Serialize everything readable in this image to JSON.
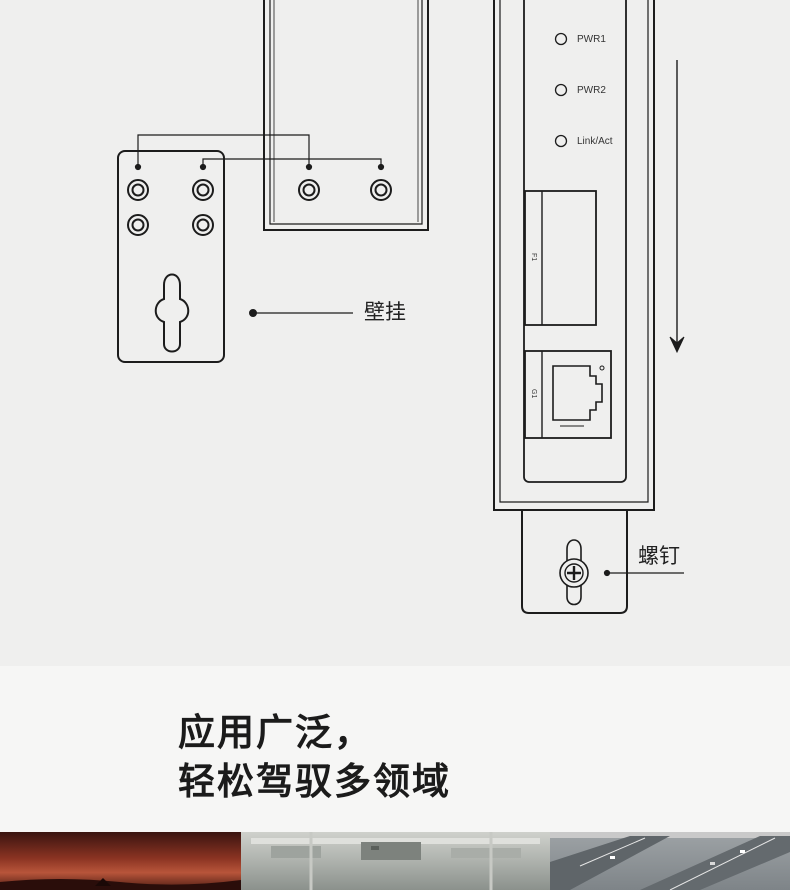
{
  "leds": [
    {
      "label": "PWR1"
    },
    {
      "label": "PWR2"
    },
    {
      "label": "Link/Act"
    }
  ],
  "ports": {
    "fiber_label": "F1",
    "ethernet_label": "G1"
  },
  "callouts": {
    "wall_mount": "壁挂",
    "screw": "螺钉"
  },
  "headline": {
    "line1": "应用广泛，",
    "line2": "轻松驾驭多领域"
  },
  "colors": {
    "line": "#1c1c1c",
    "diagram_bg": "#efefee",
    "headline_bg": "#f6f6f5",
    "headline_text": "#1b1b1b"
  },
  "photos": [
    {
      "name": "sunset-scene"
    },
    {
      "name": "factory-interior"
    },
    {
      "name": "highway-aerial"
    }
  ]
}
